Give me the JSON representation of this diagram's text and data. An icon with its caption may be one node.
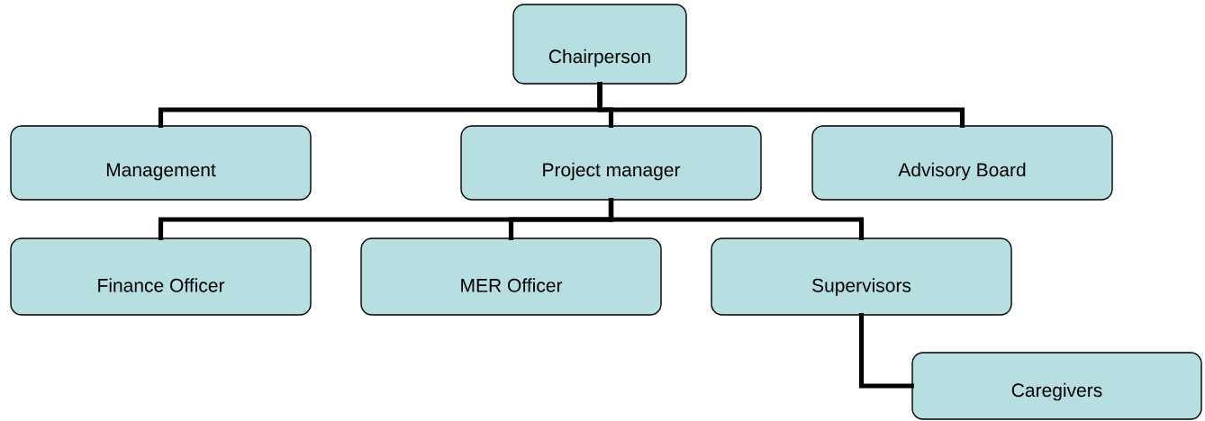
{
  "diagram": {
    "nodes": [
      {
        "text": [
          "Chairperson"
        ]
      },
      {
        "text": [
          "Management"
        ]
      },
      {
        "text": [
          "Project manager"
        ]
      },
      {
        "text": [
          "Advisory Board"
        ]
      },
      {
        "text": [
          "Finance Officer"
        ]
      },
      {
        "text": [
          "MER Officer"
        ]
      },
      {
        "text": [
          "Supervisors"
        ]
      },
      {
        "text": [
          "Caregivers"
        ]
      }
    ],
    "edges": [
      {
        "from": 0,
        "to": 1,
        "arrow": "none"
      },
      {
        "from": 0,
        "to": 2,
        "arrow": "none"
      },
      {
        "from": 0,
        "to": 3,
        "arrow": "none"
      },
      {
        "from": 2,
        "to": 4,
        "arrow": "none"
      },
      {
        "from": 2,
        "to": 5,
        "arrow": "none"
      },
      {
        "from": 2,
        "to": 6,
        "arrow": "none"
      },
      {
        "from": 6,
        "to": 7,
        "arrow": "none"
      }
    ]
  }
}
